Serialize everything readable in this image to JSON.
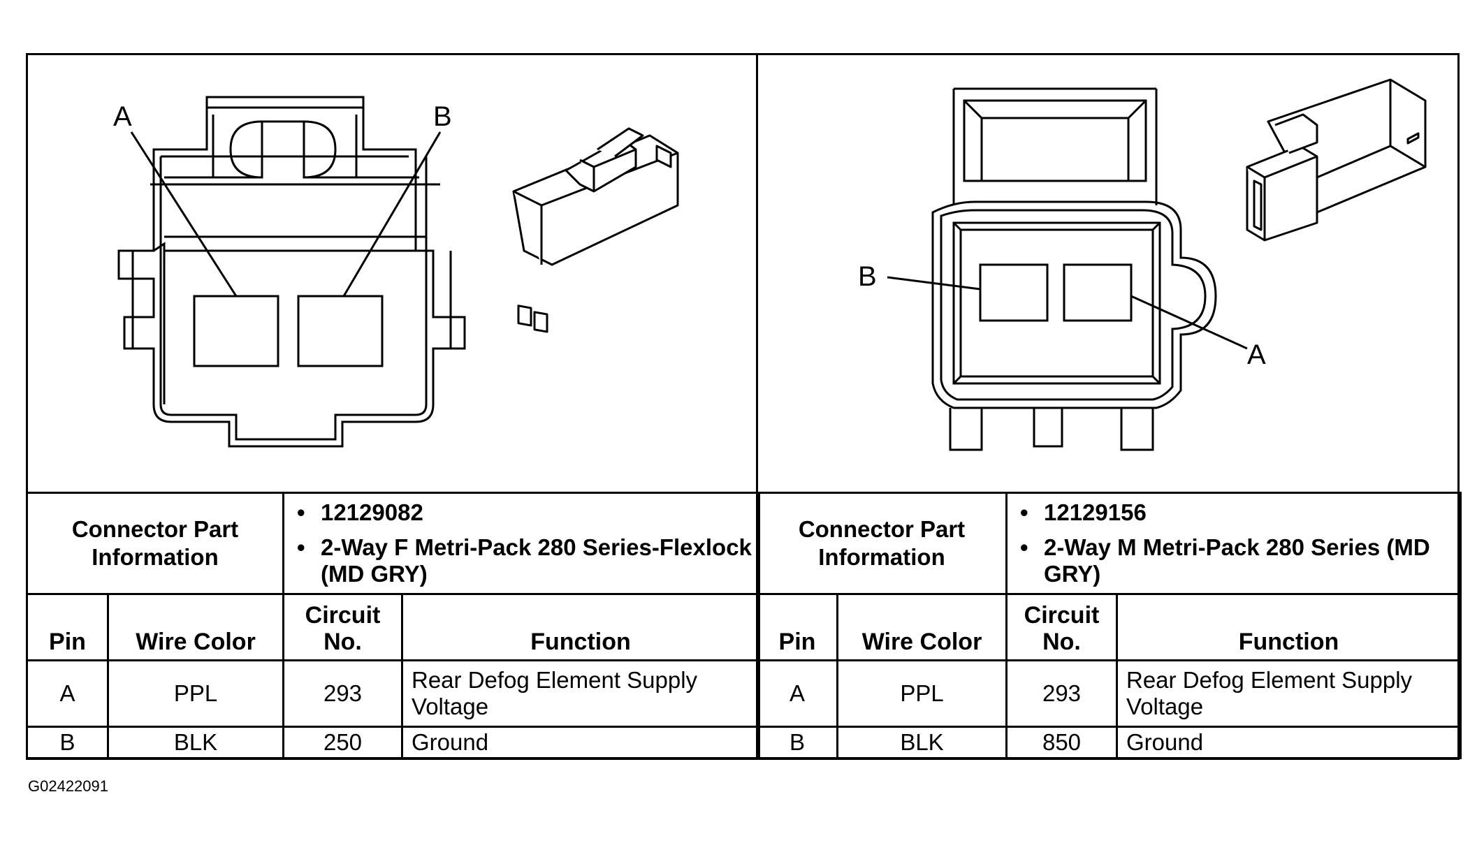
{
  "left_connector": {
    "pin_labels": {
      "a": "A",
      "b": "B"
    },
    "part_info_label": "Connector Part Information",
    "part_info": [
      "12129082",
      "2-Way F Metri-Pack 280 Series-Flexlock (MD GRY)"
    ],
    "columns": {
      "pin": "Pin",
      "wire_color": "Wire Color",
      "circuit_no": "Circuit No.",
      "function": "Function"
    },
    "rows": [
      {
        "pin": "A",
        "wire_color": "PPL",
        "circuit_no": "293",
        "function": "Rear Defog Element Supply Voltage"
      },
      {
        "pin": "B",
        "wire_color": "BLK",
        "circuit_no": "250",
        "function": "Ground"
      }
    ]
  },
  "right_connector": {
    "pin_labels": {
      "a": "A",
      "b": "B"
    },
    "part_info_label": "Connector Part Information",
    "part_info": [
      "12129156",
      "2-Way M Metri-Pack 280 Series (MD GRY)"
    ],
    "columns": {
      "pin": "Pin",
      "wire_color": "Wire Color",
      "circuit_no": "Circuit No.",
      "function": "Function"
    },
    "rows": [
      {
        "pin": "A",
        "wire_color": "PPL",
        "circuit_no": "293",
        "function": "Rear Defog Element Supply Voltage"
      },
      {
        "pin": "B",
        "wire_color": "BLK",
        "circuit_no": "850",
        "function": "Ground"
      }
    ]
  },
  "figure_id": "G02422091",
  "bullet": "•"
}
